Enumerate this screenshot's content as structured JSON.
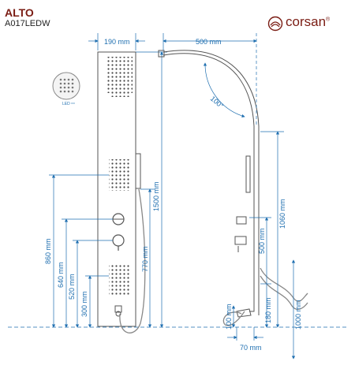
{
  "product": {
    "name": "ALTO",
    "code": "A017LEDW"
  },
  "brand": {
    "name": "corsan",
    "trademark": "®"
  },
  "colors": {
    "dimension": "#1f6fb0",
    "outline": "#555555",
    "brand": "#7a1c13",
    "hose": "#888888"
  },
  "led_label": "LED",
  "dimensions": {
    "panel_width": "190 mm",
    "arm_reach": "500 mm",
    "arm_angle": "100°",
    "panel_height": "1500 mm",
    "height_860": "860 mm",
    "height_640": "640 mm",
    "height_520": "520 mm",
    "height_300": "300 mm",
    "height_770": "770 mm",
    "height_1060": "1060 mm",
    "height_500": "500 mm",
    "height_180": "180 mm",
    "height_100": "100 mm",
    "height_1000": "1000 mm",
    "depth_70": "70 mm"
  }
}
